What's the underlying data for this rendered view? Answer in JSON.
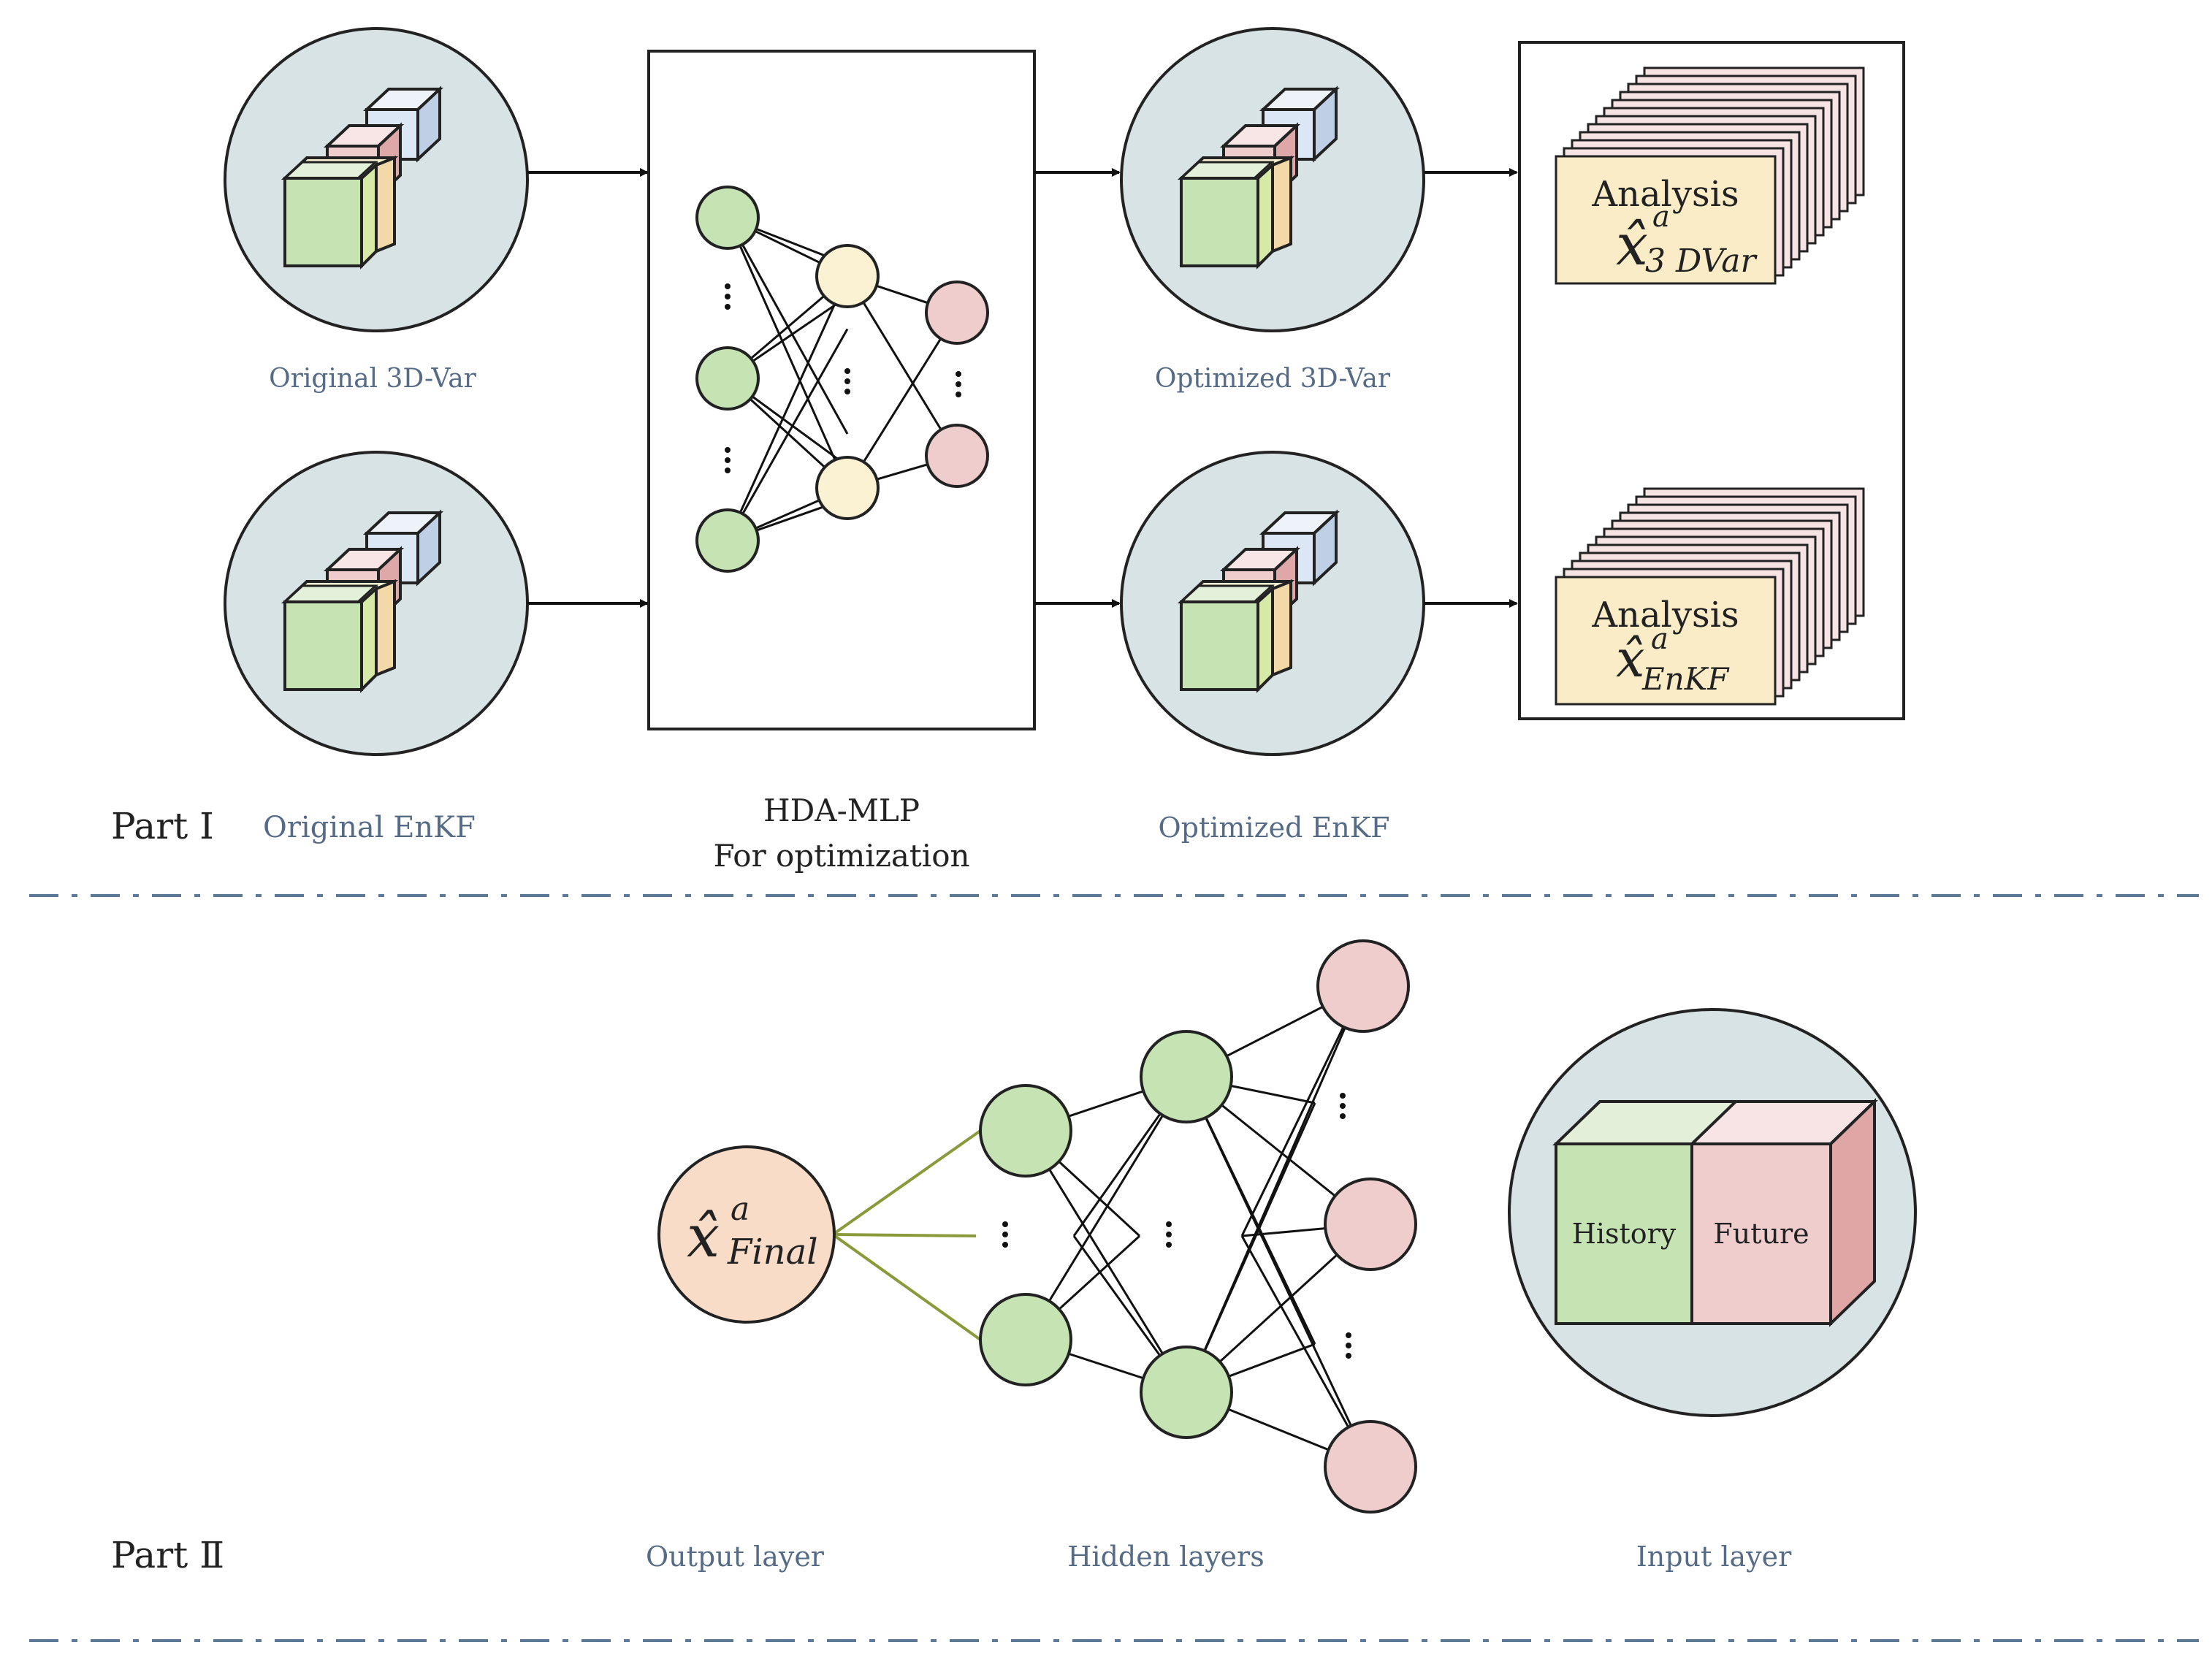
{
  "part1": {
    "label": "Part Ⅰ",
    "original_3dvar": "Original 3D-Var",
    "original_enkf": "Original EnKF",
    "mlp_title": "HDA-MLP",
    "mlp_subtitle": "For optimization",
    "optimized_3dvar": "Optimized 3D-Var",
    "optimized_enkf": "Optimized EnKF",
    "analysis_top": {
      "word": "Analysis",
      "symbol": "x̂",
      "superscript": "a",
      "subscript": "3 DVar"
    },
    "analysis_bottom": {
      "word": "Analysis",
      "symbol": "x̂",
      "superscript": "a",
      "subscript": "EnKF"
    }
  },
  "part2": {
    "label": "Part Ⅱ",
    "output_symbol": "x̂",
    "output_superscript": "a",
    "output_subscript": "Final",
    "output_layer": "Output layer",
    "hidden_layers": "Hidden layers",
    "input_layer": "Input layer",
    "history": "History",
    "future": "Future"
  },
  "colors": {
    "circle_bg": "#d8e3e6",
    "green": "#c6e3b4",
    "cream": "#fbf2d4",
    "pink": "#f0cdcd",
    "blue_cube": "#dce7f5",
    "peach": "#f9dcc8",
    "olive_line": "#8a9a3a",
    "label_blue": "#556b86"
  }
}
